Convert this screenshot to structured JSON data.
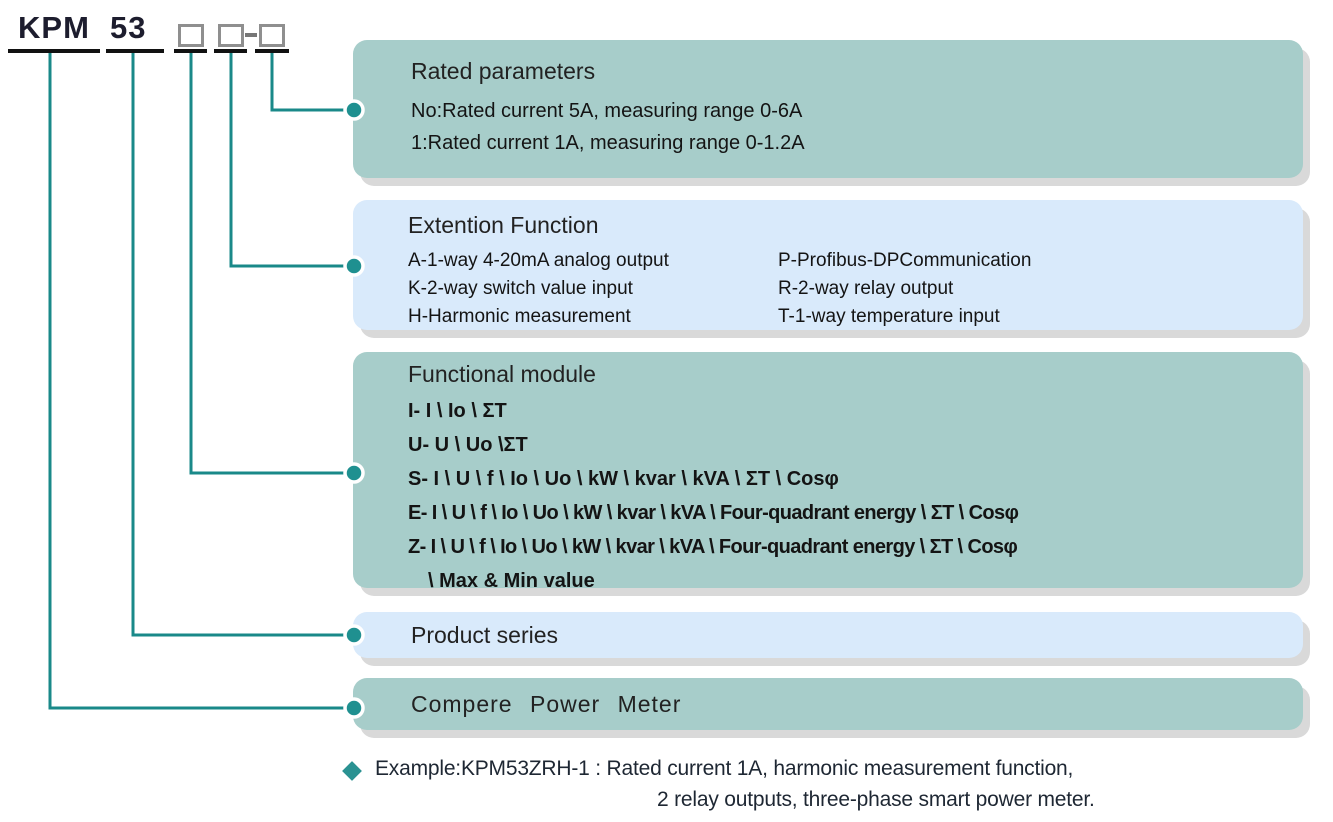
{
  "header": {
    "brand": "KPM",
    "series": "53",
    "separator": "-"
  },
  "boxes": [
    {
      "title": "Rated parameters",
      "lines": [
        "No:Rated current 5A, measuring range 0-6A",
        "1:Rated current 1A, measuring range 0-1.2A"
      ]
    },
    {
      "title": "Extention Function",
      "left_column": [
        "A-1-way 4-20mA analog output",
        "K-2-way switch value input",
        "H-Harmonic measurement"
      ],
      "right_column": [
        "P-Profibus-DPCommunication",
        "R-2-way relay output",
        "T-1-way temperature input"
      ]
    },
    {
      "title": "Functional module",
      "lines": [
        "I- I \\ Io \\ ΣT",
        "U- U \\ Uo \\ΣT",
        "S- I \\ U \\ f \\ Io \\ Uo \\ kW \\ kvar \\ kVA \\ ΣT \\ Cosφ",
        "E- I \\ U \\ f \\ Io \\ Uo \\ kW \\ kvar \\ kVA \\ Four-quadrant energy \\ ΣT \\ Cosφ",
        "Z- I \\ U \\ f \\ Io \\ Uo \\ kW \\ kvar \\ kVA \\ Four-quadrant energy \\ ΣT \\ Cosφ",
        "\\ Max & Min value"
      ]
    },
    {
      "title": "Product series"
    },
    {
      "title": "Compere  Power  Meter"
    }
  ],
  "example": {
    "line1": "Example:KPM53ZRH-1 : Rated current 1A, harmonic measurement function,",
    "line2": "2 relay outputs, three-phase smart power meter."
  },
  "colors": {
    "teal_box": "#a7cdca",
    "blue_box": "#d9eafb",
    "connector_line": "#1a8989",
    "connector_dot": "#1f9090",
    "example_diamond": "#2a9292"
  }
}
